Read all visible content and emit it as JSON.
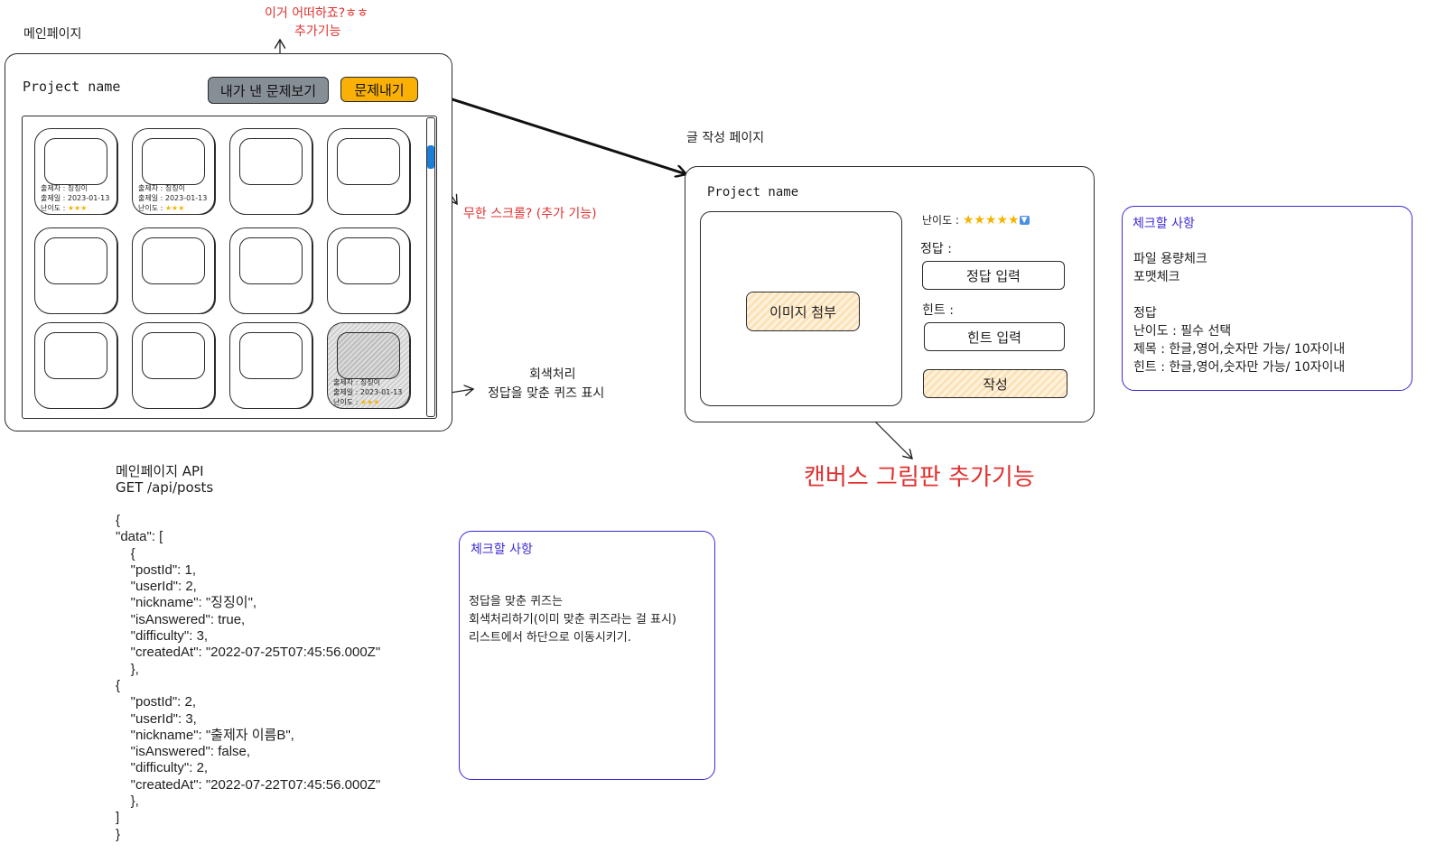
{
  "labels": {
    "main_page": "메인페이지",
    "write_page": "글 작성 페이지",
    "gray_note_line1": "회색처리",
    "gray_note_line2": "정답을 맞춘 퀴즈 표시",
    "infinite_scroll": "무한 스크롤? (추가 기능)",
    "top_note_line1": "이거 어떠하죠?ㅎㅎ",
    "top_note_line2": "추가기능",
    "canvas_feature": "캔버스 그림판 추가기능"
  },
  "main": {
    "project_name": "Project name",
    "btn_my_problems": "내가 낸 문제보기",
    "btn_create": "문제내기",
    "card_meta": {
      "author": "출제자 : 징징이",
      "date": "출제일 : 2023-01-13",
      "difficulty_label": "난이도 :",
      "stars": "★★★"
    }
  },
  "write": {
    "project_name": "Project name",
    "image_attach": "이미지 첨부",
    "difficulty_label": "난이도 :",
    "difficulty_stars": "★★★★★",
    "dropdown_icon": "▼",
    "answer_label": "정답 :",
    "answer_placeholder": "정답 입력",
    "hint_label": "힌트 :",
    "hint_placeholder": "힌트 입력",
    "submit": "작성"
  },
  "api": {
    "title": "메인페이지 API",
    "endpoint": "GET /api/posts",
    "json_body": "{\n\"data\": [\n    {\n    \"postId\": 1,\n    \"userId\": 2,\n    \"nickname\": \"징징이\",\n    \"isAnswered\": true,\n    \"difficulty\": 3,\n    \"createdAt\": \"2022-07-25T07:45:56.000Z\"\n    },\n{\n    \"postId\": 2,\n    \"userId\": 3,\n    \"nickname\": \"출제자 이름B\",\n    \"isAnswered\": false,\n    \"difficulty\": 2,\n    \"createdAt\": \"2022-07-22T07:45:56.000Z\"\n    },\n]\n}"
  },
  "checklist_main": {
    "title": "체크할 사항",
    "body": "정답을 맞춘 퀴즈는\n회색처리하기(이미 맞춘 퀴즈라는 걸 표시)\n리스트에서 하단으로 이동시키기."
  },
  "checklist_write": {
    "title": "체크할 사항",
    "body": "파일 용량체크\n포맷체크\n\n정답\n난이도 : 필수 선택\n제목 : 한글,영어,숫자만 가능/ 10자이내\n힌트 : 한글,영어,숫자만 가능/ 10자이내"
  },
  "colors": {
    "annotation_red": "#e03131",
    "note_purple": "#3b2bd6",
    "button_gray": "#868e96",
    "button_orange": "#fab005",
    "hatch_orange": "#fde2b8",
    "scroll_blue": "#1c7ed6"
  }
}
